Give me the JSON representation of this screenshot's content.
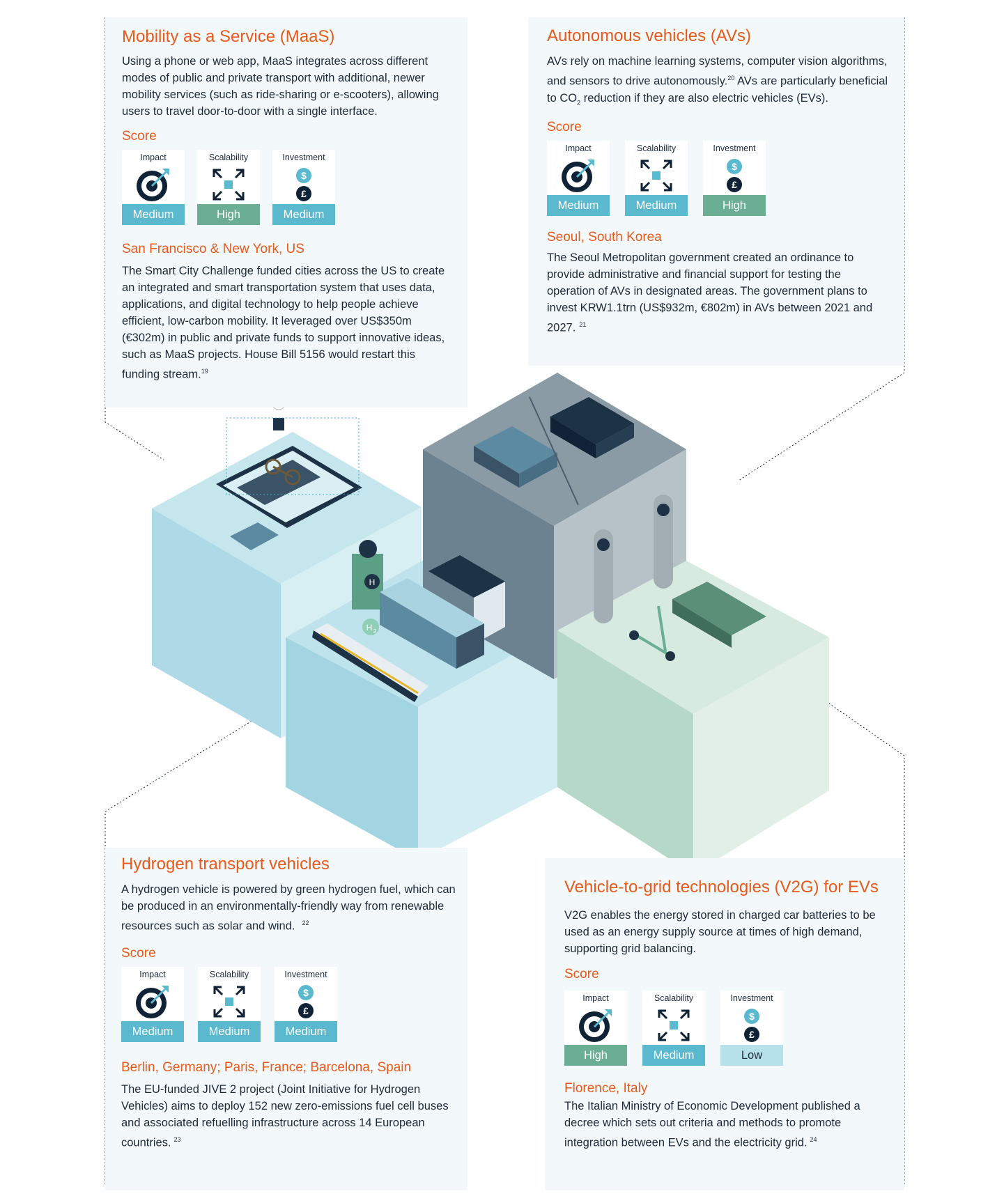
{
  "maas": {
    "title": "Mobility as a Service (MaaS)",
    "desc": "Using a phone or web app, MaaS integrates across different modes of public and private transport with additional, newer mobility services (such as ride-sharing or e-scooters), allowing users to travel door-to-door with a single interface.",
    "score_label": "Score",
    "scores": [
      {
        "label": "Impact",
        "value": "Medium",
        "icon": "target-icon"
      },
      {
        "label": "Scalability",
        "value": "High",
        "icon": "expand-arrows-icon"
      },
      {
        "label": "Investment",
        "value": "Medium",
        "icon": "currency-coins-icon"
      }
    ],
    "case_title": "San Francisco & New York, US",
    "case_text": "The Smart City Challenge funded cities across the US to create an integrated and smart transportation system that uses data, applications, and digital technology to help people achieve efficient, low-carbon mobility. It leveraged over US$350m (€302m) in public and private funds to support innovative ideas, such as MaaS projects. House Bill 5156 would restart this funding stream.",
    "case_ref": "19"
  },
  "avs": {
    "title": "Autonomous vehicles (AVs)",
    "desc_a": "AVs rely on machine learning systems, computer vision algorithms, and sensors to drive autonomously.",
    "desc_ref": "20",
    "desc_b": " AVs are particularly beneficial to CO",
    "desc_sub": "2",
    "desc_c": " reduction if they are also electric vehicles (EVs).",
    "score_label": "Score",
    "scores": [
      {
        "label": "Impact",
        "value": "Medium",
        "icon": "target-icon"
      },
      {
        "label": "Scalability",
        "value": "Medium",
        "icon": "expand-arrows-icon"
      },
      {
        "label": "Investment",
        "value": "High",
        "icon": "currency-coins-icon"
      }
    ],
    "case_title": "Seoul, South Korea",
    "case_text": "The Seoul Metropolitan government created an ordinance to provide administrative and financial support for testing the operation of AVs in designated areas. The government plans to invest KRW1.1trn (US$932m, €802m) in AVs between 2021 and 2027.",
    "case_ref": "21"
  },
  "hydrogen": {
    "title": "Hydrogen transport vehicles",
    "desc": "A hydrogen vehicle is powered by green hydrogen fuel, which can be produced in an environmentally-friendly way  from renewable resources such as solar and wind.",
    "desc_ref": "22",
    "score_label": "Score",
    "scores": [
      {
        "label": "Impact",
        "value": "Medium",
        "icon": "target-icon"
      },
      {
        "label": "Scalability",
        "value": "Medium",
        "icon": "expand-arrows-icon"
      },
      {
        "label": "Investment",
        "value": "Medium",
        "icon": "currency-coins-icon"
      }
    ],
    "case_title": "Berlin, Germany; Paris, France; Barcelona, Spain",
    "case_text": "The EU-funded JIVE 2 project (Joint Initiative for Hydrogen Vehicles) aims to deploy 152 new zero-emissions fuel cell buses and associated refuelling infrastructure across 14 European countries.",
    "case_ref": "23"
  },
  "v2g": {
    "title": "Vehicle-to-grid technologies (V2G) for EVs",
    "desc": "V2G enables the energy stored in charged car batteries to be used as an energy supply source at times of high demand, supporting grid balancing.",
    "score_label": "Score",
    "scores": [
      {
        "label": "Impact",
        "value": "High",
        "icon": "target-icon"
      },
      {
        "label": "Scalability",
        "value": "Medium",
        "icon": "expand-arrows-icon"
      },
      {
        "label": "Investment",
        "value": "Low",
        "icon": "currency-coins-icon"
      }
    ],
    "case_title": "Florence, Italy",
    "case_text": "The Italian Ministry of Economic Development published a decree which sets out criteria and methods to promote integration between EVs and the electricity grid.",
    "case_ref": "24"
  },
  "colors": {
    "accent": "#e8591a",
    "medium": "#5ab8cf",
    "high": "#6aae94",
    "low": "#b7e1ea",
    "card_bg": "#f3f9fb",
    "navy": "#0f2236"
  },
  "illustration": {
    "hydrogen_symbol": "H",
    "hydrogen_sub": "2"
  }
}
